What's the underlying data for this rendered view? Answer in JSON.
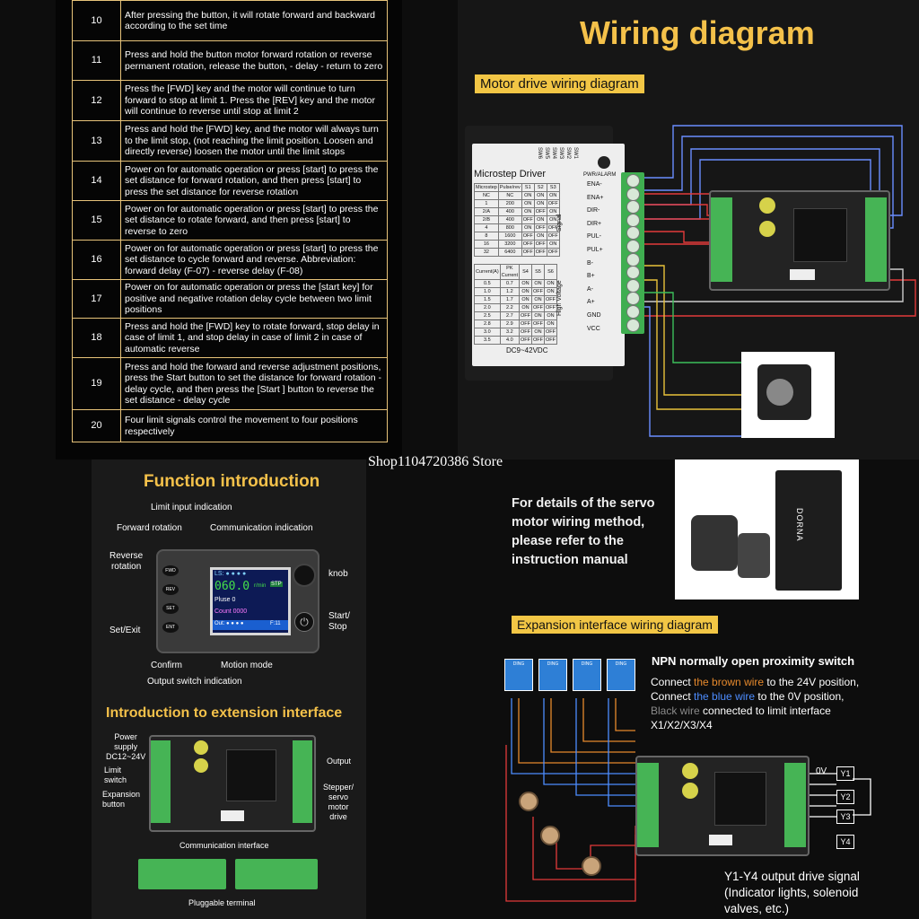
{
  "table": {
    "rows": [
      {
        "num": "10",
        "text": "After pressing the button, it will rotate forward and backward according to the set time"
      },
      {
        "num": "11",
        "text": "Press and hold the button motor forward rotation or reverse permanent rotation, release the button, - delay - return to zero"
      },
      {
        "num": "12",
        "text": "Press the [FWD] key and the motor will continue to turn forward to stop at limit 1. Press the [REV] key and the motor will continue to reverse until stop at limit 2"
      },
      {
        "num": "13",
        "text": "Press and hold the [FWD] key, and the motor will always turn to the limit stop, (not reaching the limit position. Loosen and directly reverse) loosen the motor until the limit stops"
      },
      {
        "num": "14",
        "text": "Power on for automatic operation or press [start] to press the set distance for forward rotation, and then press [start] to press the set distance for reverse rotation"
      },
      {
        "num": "15",
        "text": "Power on for automatic operation or press [start] to press the set distance to rotate forward, and then press [start] to reverse to zero"
      },
      {
        "num": "16",
        "text": "Power on for automatic operation or press [start] to press the set distance to cycle forward and reverse. Abbreviation: forward delay (F-07) - reverse delay (F-08)"
      },
      {
        "num": "17",
        "text": "Power on for automatic operation or press the [start key] for positive and negative rotation delay cycle between two limit positions"
      },
      {
        "num": "18",
        "text": "Press and hold the [FWD] key to rotate forward, stop delay in case of limit 1, and stop delay in case of limit 2 in case of automatic reverse"
      },
      {
        "num": "19",
        "text": "Press and hold the forward and reverse adjustment positions, press the   Start   button to set the distance for forward rotation - delay cycle, and then press the [Start ] button to reverse the set distance - delay cycle"
      },
      {
        "num": "20",
        "text": "Four limit signals control the movement to four positions respectively"
      }
    ]
  },
  "wiring": {
    "title": "Wiring diagram",
    "motor_drive_tag": "Motor drive wiring diagram",
    "driver": {
      "name": "Microstep Driver",
      "dc_label": "DC9~42VDC",
      "pwr_alarm": "PWR/ALARM",
      "sw_labels": [
        "SW6",
        "SW5",
        "SW4",
        "SW3",
        "SW2",
        "SW1"
      ],
      "signal_label": "Signal",
      "high_voltage_label": "High Voltage",
      "terminals": [
        "ENA-",
        "ENA+",
        "DIR-",
        "DIR+",
        "PUL-",
        "PUL+",
        "B-",
        "B+",
        "A-",
        "A+",
        "GND",
        "VCC"
      ],
      "microstep_header": [
        "Microstep",
        "Pulse/rev",
        "S1",
        "S2",
        "S3"
      ],
      "microstep_rows": [
        [
          "NC",
          "NC",
          "ON",
          "ON",
          "ON"
        ],
        [
          "1",
          "200",
          "ON",
          "ON",
          "OFF"
        ],
        [
          "2/A",
          "400",
          "ON",
          "OFF",
          "ON"
        ],
        [
          "2/B",
          "400",
          "OFF",
          "ON",
          "ON"
        ],
        [
          "4",
          "800",
          "ON",
          "OFF",
          "OFF"
        ],
        [
          "8",
          "1600",
          "OFF",
          "ON",
          "OFF"
        ],
        [
          "16",
          "3200",
          "OFF",
          "OFF",
          "ON"
        ],
        [
          "32",
          "6400",
          "OFF",
          "OFF",
          "OFF"
        ]
      ],
      "current_header": [
        "Current(A)",
        "PK Current",
        "S4",
        "S5",
        "S6"
      ],
      "current_rows": [
        [
          "0.5",
          "0.7",
          "ON",
          "ON",
          "ON"
        ],
        [
          "1.0",
          "1.2",
          "ON",
          "OFF",
          "ON"
        ],
        [
          "1.5",
          "1.7",
          "ON",
          "ON",
          "OFF"
        ],
        [
          "2.0",
          "2.2",
          "ON",
          "OFF",
          "OFF"
        ],
        [
          "2.5",
          "2.7",
          "OFF",
          "ON",
          "ON"
        ],
        [
          "2.8",
          "2.9",
          "OFF",
          "OFF",
          "ON"
        ],
        [
          "3.0",
          "3.2",
          "OFF",
          "ON",
          "OFF"
        ],
        [
          "3.5",
          "4.0",
          "OFF",
          "OFF",
          "OFF"
        ]
      ]
    }
  },
  "watermark": "Shop1104720386 Store",
  "function": {
    "title": "Function introduction",
    "labels": {
      "limit_input": "Limit input indication",
      "forward": "Forward rotation",
      "communication": "Communication indication",
      "reverse": "Reverse\nrotation",
      "knob": "knob",
      "set_exit": "Set/Exit",
      "start_stop": "Start/\nStop",
      "confirm": "Confirm",
      "motion_mode": "Motion mode",
      "output_switch": "Output switch indication"
    },
    "buttons": [
      "FWD",
      "REV",
      "SET",
      "ENT"
    ],
    "screen": {
      "top": "LS: ● ● ● ●",
      "speed": "060.0",
      "unit": "r/min",
      "state": "STP",
      "pluse": "Pluse 0",
      "count": "Count 0000",
      "out": "Out: ● ● ● ●",
      "mode": "F:11"
    },
    "ext_title": "Introduction to extension interface",
    "ext_labels": {
      "power": "Power\nsupply\nDC12~24V",
      "limit": "Limit\nswitch",
      "expansion": "Expansion\nbutton",
      "output": "Output",
      "stepper": "Stepper/\nservo\nmotor\ndrive",
      "comm": "Communication interface",
      "pluggable": "Pluggable terminal"
    }
  },
  "servo": {
    "text": "For details of the servo motor wiring method, please refer to the instruction manual",
    "brand": "DORNA"
  },
  "expansion": {
    "tag": "Expansion interface wiring diagram",
    "npn_title": "NPN normally open proximity switch",
    "line1_a": "Connect ",
    "line1_b": "the brown wire",
    "line1_c": " to the 24V position,",
    "line2_a": "Connect ",
    "line2_b": "the blue wire",
    "line2_c": " to the 0V position,",
    "line3_a": "Black wire",
    "line3_b": " connected to limit interface",
    "line4": "X1/X2/X3/X4",
    "zero_v": "0V",
    "outputs": [
      "Y1",
      "Y2",
      "Y3",
      "Y4"
    ],
    "output_text": "Y1-Y4 output drive signal\n(Indicator lights, solenoid\nvalves, etc.)",
    "sensor_brand": "DING"
  }
}
